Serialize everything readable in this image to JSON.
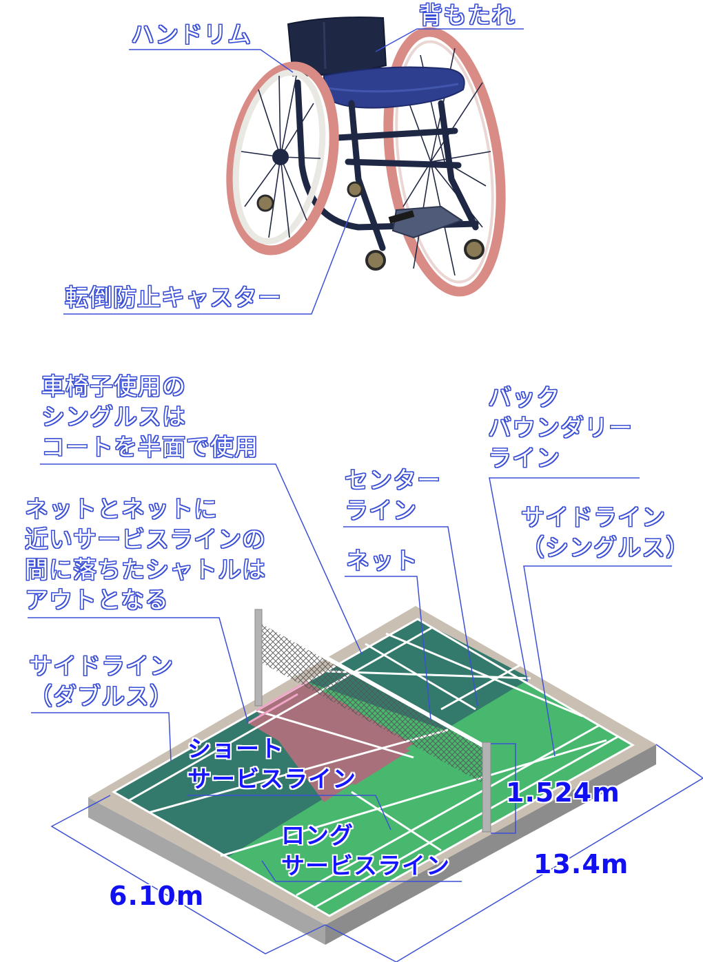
{
  "wheelchair": {
    "labels": {
      "handrim": "ハンドリム",
      "backrest": "背もたれ",
      "anti_tip_caster": "転倒防止キャスター"
    }
  },
  "court": {
    "labels": {
      "singles_note": "車椅子使用の\nシングルスは\nコートを半面で使用",
      "back_boundary": "バック\nバウンダリー\nライン",
      "center_line": "センター\nライン",
      "net_note": "ネットとネットに\n近いサービスラインの\n間に落ちたシャトルは\nアウトとなる",
      "net": "ネット",
      "side_singles": "サイドライン\n（シングルス）",
      "side_doubles": "サイドライン\n（ダブルス）",
      "short_service": "ショート\nサービスライン",
      "long_service": "ロング\nサービスライン"
    },
    "dimensions": {
      "net_height": "1.524m",
      "length": "13.4m",
      "width": "6.10m"
    },
    "colors": {
      "court_green": "#49b86f",
      "court_dark": "#347a6c",
      "out_zone": "#a8707a",
      "border": "#c9bfb2",
      "line_blue": "#3a4fd6"
    }
  }
}
